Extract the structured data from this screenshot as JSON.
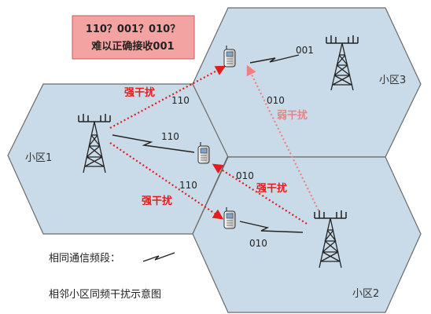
{
  "callout": {
    "line1": "110？001？010？",
    "line2": "难以正确接收001"
  },
  "cells": {
    "cell1": "小区1",
    "cell2": "小区2",
    "cell3": "小区3"
  },
  "signals": {
    "cell3_to_phone_top": "001",
    "cell1_to_phone_top": "110",
    "cell1_to_phone_mid": "110",
    "cell1_to_phone_bottom": "110",
    "cell2_to_phone_top": "010",
    "cell2_to_phone_mid": "010",
    "cell2_to_phone_bottom": "010"
  },
  "interference": {
    "strong_top": "强干扰",
    "strong_bottom": "强干扰",
    "strong_right": "强干扰",
    "weak": "弱干扰"
  },
  "legend": {
    "label": "相同通信频段："
  },
  "caption": "相邻小区同频干扰示意图",
  "colors": {
    "cell_fill": "#c9dbe8",
    "cell_stroke": "#6a6a6a",
    "strong_red": "#e11d1d",
    "weak_red": "#f08080",
    "callout_fill": "#f4a3a3",
    "callout_stroke": "#c85a5a"
  }
}
